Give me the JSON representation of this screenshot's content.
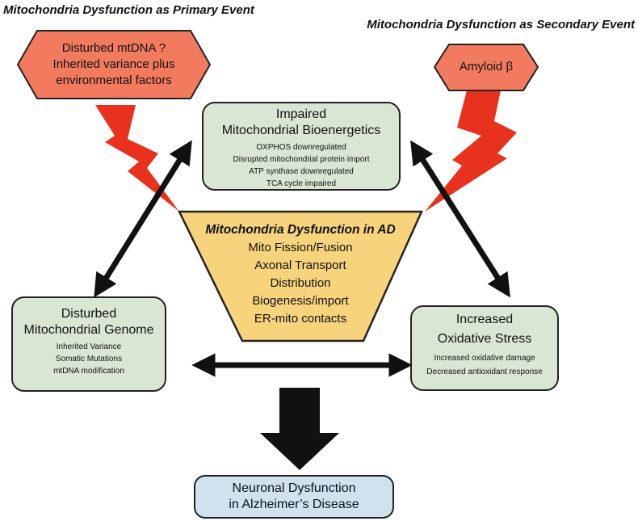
{
  "headings": {
    "primary": "Mitochondria Dysfunction as Primary Event",
    "secondary": "Mitochondria Dysfunction as Secondary Event"
  },
  "hexagons": {
    "left": [
      "Disturbed mtDNA ?",
      "Inherited variance plus",
      "environmental factors"
    ],
    "right": "Amyloid β"
  },
  "boxes": {
    "bioenergetics": {
      "title": [
        "Impaired",
        "Mitochondrial Bioenergetics"
      ],
      "items": [
        "OXPHOS downregulated",
        "Disrupted mitochondrial protein import",
        "ATP synthase downregulated",
        "TCA cycle impaired"
      ]
    },
    "genome": {
      "title": [
        "Disturbed",
        "Mitochondrial Genome"
      ],
      "items": [
        "Inherited Variance",
        "Somatic Mutations",
        "mtDNA modification"
      ]
    },
    "oxidative": {
      "title": [
        "Increased",
        "Oxidative Stress"
      ],
      "items": [
        "Increased oxidative damage",
        "Decreased antioxidant response"
      ]
    },
    "outcome": [
      "Neuronal Dysfunction",
      "in Alzheimer’s Disease"
    ]
  },
  "center": {
    "title": "Mitochondria Dysfunction in AD",
    "items": [
      "Mito Fission/Fusion",
      "Axonal Transport",
      "Distribution",
      "Biogenesis/import",
      "ER-mito contacts"
    ]
  },
  "colors": {
    "hexagon_fill": "#f27b5f",
    "lightning": "#e8321e",
    "trapezoid_fill": "#f7d47c",
    "box_green": "#d9e6d3",
    "box_blue": "#cfe3ef",
    "arrow": "#111111"
  }
}
